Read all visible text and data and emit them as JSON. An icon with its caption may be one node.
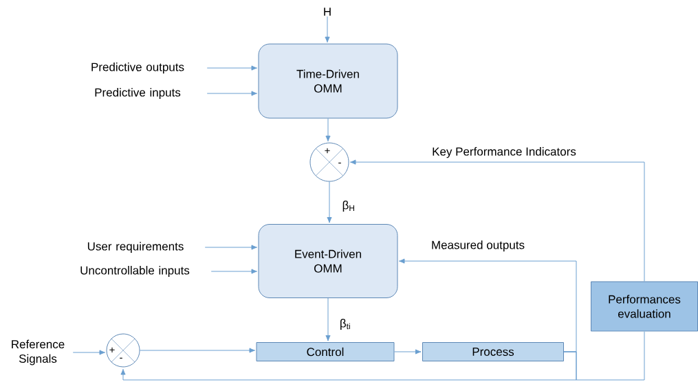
{
  "diagram": {
    "nodes": [
      {
        "text": [
          "H"
        ]
      },
      {
        "text": [
          "Predictive outputs"
        ]
      },
      {
        "text": [
          "Predictive inputs"
        ]
      },
      {
        "text": [
          "Time-Driven OMM"
        ]
      },
      {
        "text": [
          "+",
          "-"
        ]
      },
      {
        "text": [
          "User requirements"
        ]
      },
      {
        "text": [
          "Uncontrollable inputs"
        ]
      },
      {
        "text": [
          "Event-Driven OMM"
        ]
      },
      {
        "text": [
          "Reference Signals"
        ]
      },
      {
        "text": [
          "+",
          "-"
        ]
      },
      {
        "text": [
          "Control"
        ]
      },
      {
        "text": [
          "Process"
        ]
      },
      {
        "text": [
          "Performances evaluation"
        ]
      }
    ],
    "edges": [
      {
        "from": 0,
        "to": 3,
        "arrow": "to"
      },
      {
        "from": 1,
        "to": 3,
        "arrow": "to"
      },
      {
        "from": 2,
        "to": 3,
        "arrow": "to"
      },
      {
        "from": 3,
        "to": 4,
        "arrow": "to"
      },
      {
        "from": 12,
        "to": 4,
        "arrow": "to",
        "label": "Key Performance Indicators"
      },
      {
        "from": 4,
        "to": 7,
        "arrow": "to",
        "label": "β$_{H}$"
      },
      {
        "from": 5,
        "to": 7,
        "arrow": "to"
      },
      {
        "from": 6,
        "to": 7,
        "arrow": "to"
      },
      {
        "from": 11,
        "to": 7,
        "arrow": "to",
        "label": "Measured outputs"
      },
      {
        "from": 7,
        "to": 10,
        "arrow": "to",
        "label": "β$_{ti}$"
      },
      {
        "from": 8,
        "to": 9,
        "arrow": "to"
      },
      {
        "from": 9,
        "to": 10,
        "arrow": "to"
      },
      {
        "from": 10,
        "to": 11,
        "arrow": "to"
      },
      {
        "from": 11,
        "to": 9,
        "arrow": "to"
      },
      {
        "from": 11,
        "to": 12,
        "arrow": "none"
      }
    ]
  }
}
